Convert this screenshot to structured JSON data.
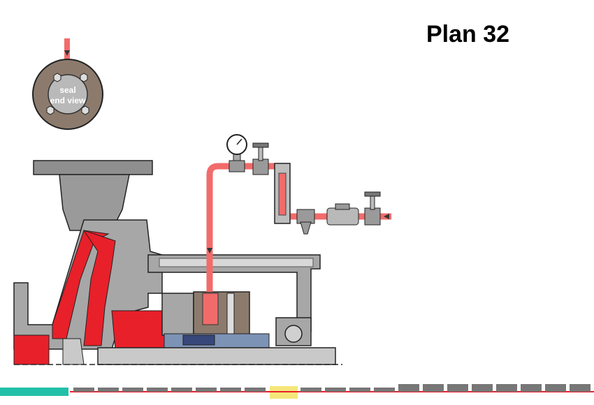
{
  "title": "Plan 32",
  "seal_view": {
    "line1": "seal",
    "line2": "end view"
  },
  "colors": {
    "flush": "#f26b6b",
    "process_red": "#e8202a",
    "casing": "#a7a7a7",
    "casing_dark": "#555555",
    "shaft": "#c9c9c9",
    "seal_plate": "#8c7b6d",
    "nav_active": "#22c0a8",
    "nav_highlight": "#f5e67a"
  },
  "icons": [
    "arrow-down-icon",
    "pressure-gauge-icon",
    "valve-icon",
    "flow-meter-icon",
    "strainer-icon",
    "check-valve-icon",
    "arrow-left-icon"
  ],
  "nav": {
    "slides": 24,
    "active": 0,
    "highlighted": 11
  }
}
